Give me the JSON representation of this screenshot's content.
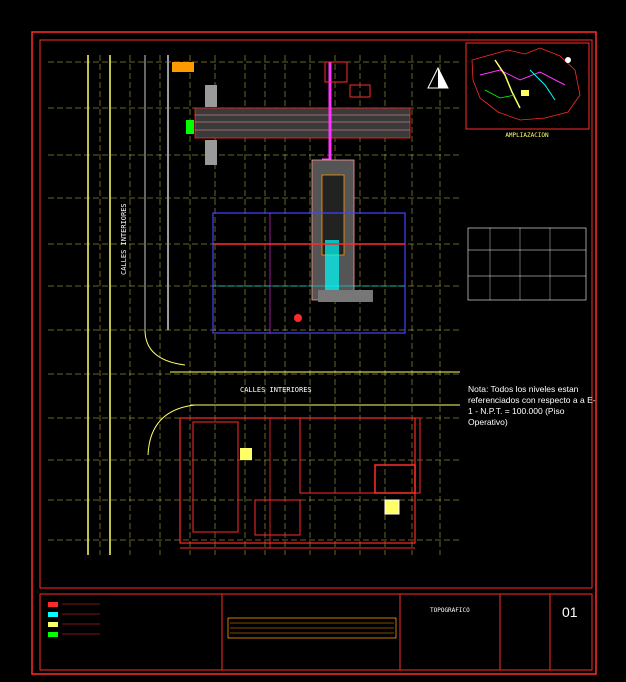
{
  "drawing": {
    "location_map_title": "AMPLIAZACION",
    "street_vertical": "CALLES INTERIORES",
    "street_horizontal": "CALLES INTERIORES",
    "note": "Nota: Todos los niveles estan referenciados con respecto a  a  E-1 - N.P.T. = 100.000 (Piso Operativo)",
    "sheet_number": "01",
    "title_block_title": "TOPOGRAFICO"
  },
  "colors": {
    "frame": "#ff2a2a",
    "grid": "#ffff66",
    "cyan": "#00ffff",
    "blue": "#4444ff",
    "magenta": "#ff33ff",
    "green": "#00ff00",
    "orange": "#ff9900",
    "gray": "#9a9a9a"
  }
}
